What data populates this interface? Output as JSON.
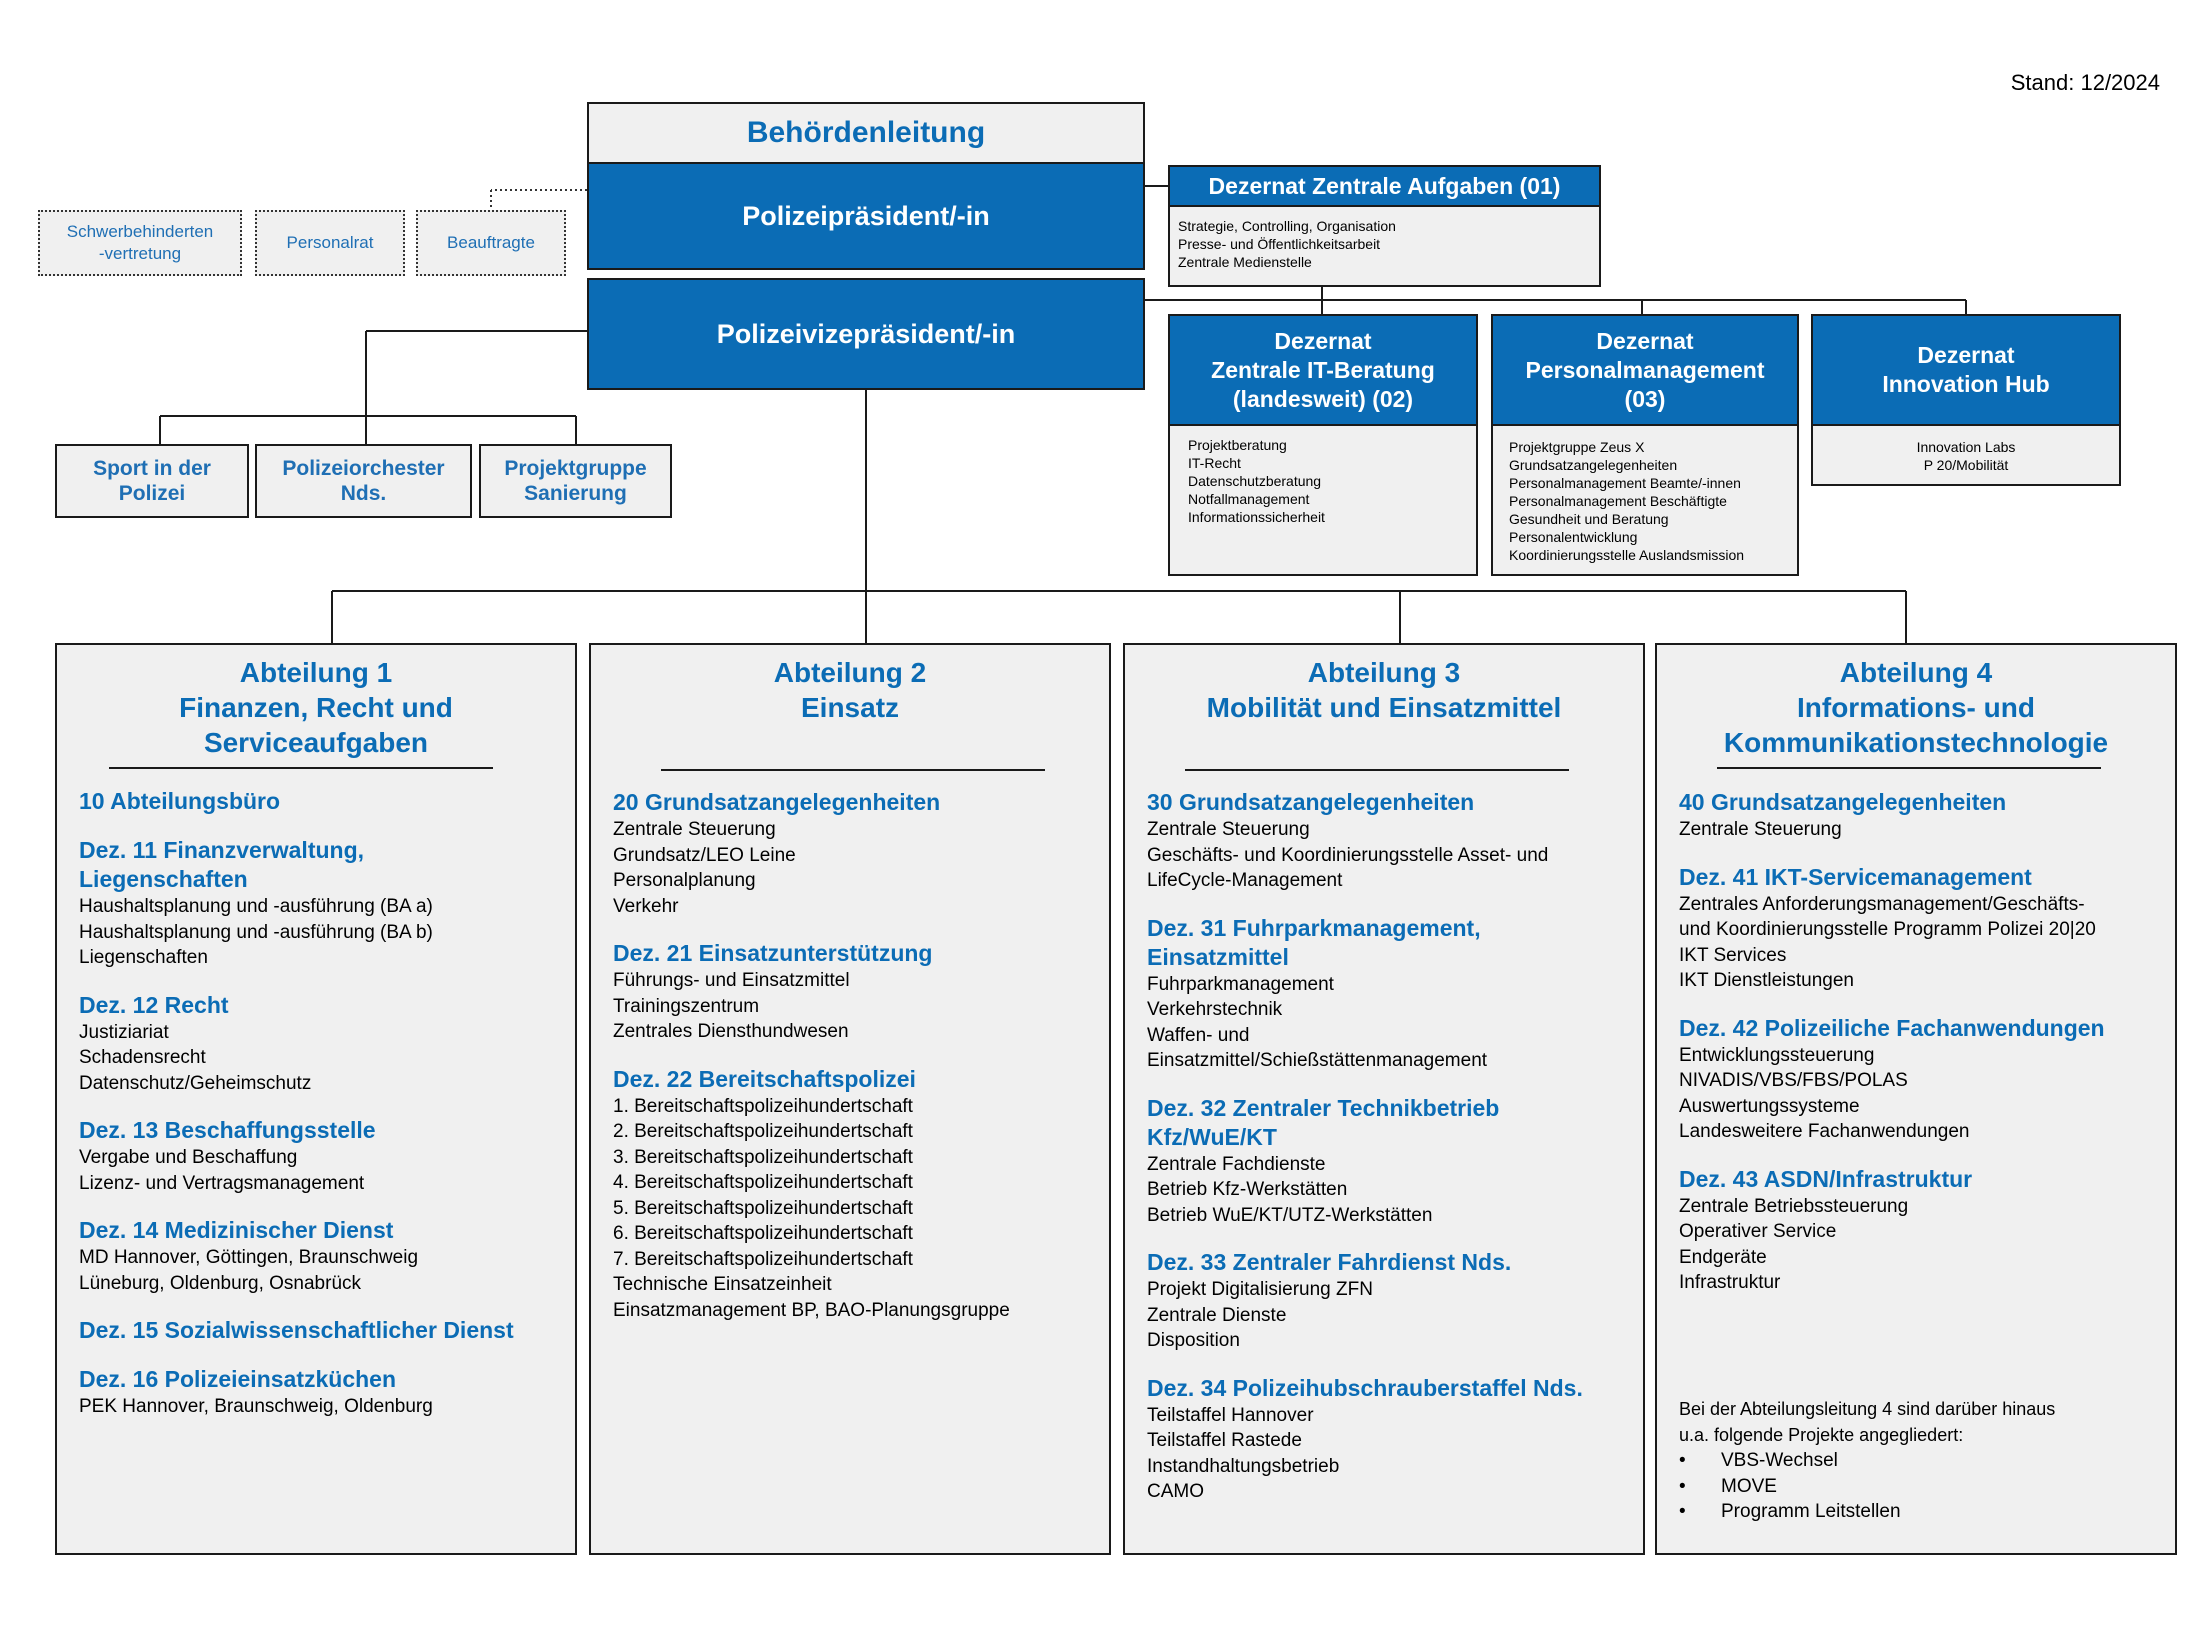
{
  "stand": "Stand: 12/2024",
  "leadership": {
    "title": "Behördenleitung",
    "president": "Polizeipräsident/-in",
    "vice_president": "Polizeivizepräsident/-in"
  },
  "side_units": {
    "schwerbehinderten": [
      "Schwerbehinderten",
      "-vertretung"
    ],
    "personalrat": "Personalrat",
    "beauftragte": "Beauftragte"
  },
  "sub_units": {
    "sport": [
      "Sport in der",
      "Polizei"
    ],
    "orchester": [
      "Polizeiorchester",
      "Nds."
    ],
    "projektgruppe": [
      "Projektgruppe",
      "Sanierung"
    ]
  },
  "dezernat_01": {
    "title": "Dezernat Zentrale Aufgaben (01)",
    "items": [
      "Strategie, Controlling, Organisation",
      "Presse- und Öffentlichkeitsarbeit",
      "Zentrale Medienstelle"
    ]
  },
  "dezernat_02": {
    "title": [
      "Dezernat",
      "Zentrale IT-Beratung",
      "(landesweit) (02)"
    ],
    "items": [
      "Projektberatung",
      "IT-Recht",
      "Datenschutzberatung",
      "Notfallmanagement",
      "Informationssicherheit"
    ]
  },
  "dezernat_03": {
    "title": [
      "Dezernat",
      "Personalmanagement",
      "(03)"
    ],
    "items": [
      "Projektgruppe Zeus X",
      "Grundsatzangelegenheiten",
      "Personalmanagement Beamte/-innen",
      "Personalmanagement Beschäftigte",
      "Gesundheit und Beratung",
      "Personalentwicklung",
      "Koordinierungsstelle Auslandsmission"
    ]
  },
  "dezernat_hub": {
    "title": [
      "Dezernat",
      "Innovation Hub"
    ],
    "items": [
      "Innovation Labs",
      "P 20/Mobilität"
    ]
  },
  "abteilung_1": {
    "title": [
      "Abteilung 1",
      "Finanzen, Recht und",
      "Serviceaufgaben"
    ],
    "sections": [
      {
        "title": [
          "10 Abteilungsbüro"
        ],
        "lines": []
      },
      {
        "title": [
          "Dez. 11 Finanzverwaltung,",
          "Liegenschaften"
        ],
        "lines": [
          "Haushaltsplanung und -ausführung (BA a)",
          "Haushaltsplanung und -ausführung (BA b)",
          "Liegenschaften"
        ]
      },
      {
        "title": [
          "Dez. 12 Recht"
        ],
        "lines": [
          "Justiziariat",
          "Schadensrecht",
          "Datenschutz/Geheimschutz"
        ]
      },
      {
        "title": [
          "Dez. 13 Beschaffungsstelle"
        ],
        "lines": [
          "Vergabe und Beschaffung",
          "Lizenz- und Vertragsmanagement"
        ]
      },
      {
        "title": [
          "Dez. 14 Medizinischer Dienst"
        ],
        "lines": [
          "MD Hannover, Göttingen, Braunschweig",
          "Lüneburg, Oldenburg, Osnabrück"
        ]
      },
      {
        "title": [
          "Dez. 15 Sozialwissenschaftlicher Dienst"
        ],
        "lines": []
      },
      {
        "title": [
          "Dez. 16 Polizeieinsatzküchen"
        ],
        "lines": [
          "PEK Hannover, Braunschweig, Oldenburg"
        ]
      }
    ]
  },
  "abteilung_2": {
    "title": [
      "Abteilung 2",
      "Einsatz"
    ],
    "sections": [
      {
        "title": [
          "20 Grundsatzangelegenheiten"
        ],
        "lines": [
          "Zentrale Steuerung",
          "Grundsatz/LEO Leine",
          "Personalplanung",
          "Verkehr"
        ]
      },
      {
        "title": [
          "Dez. 21 Einsatzunterstützung"
        ],
        "lines": [
          "Führungs- und Einsatzmittel",
          "Trainingszentrum",
          "Zentrales Diensthundwesen"
        ]
      },
      {
        "title": [
          "Dez. 22 Bereitschaftspolizei"
        ],
        "lines": [
          "1. Bereitschaftspolizeihundertschaft",
          "2. Bereitschaftspolizeihundertschaft",
          "3. Bereitschaftspolizeihundertschaft",
          "4. Bereitschaftspolizeihundertschaft",
          "5. Bereitschaftspolizeihundertschaft",
          "6. Bereitschaftspolizeihundertschaft",
          "7. Bereitschaftspolizeihundertschaft",
          "Technische Einsatzeinheit",
          "Einsatzmanagement BP, BAO-Planungsgruppe"
        ]
      }
    ]
  },
  "abteilung_3": {
    "title": [
      "Abteilung 3",
      "Mobilität und Einsatzmittel"
    ],
    "sections": [
      {
        "title": [
          "30 Grundsatzangelegenheiten"
        ],
        "lines": [
          "Zentrale Steuerung",
          "Geschäfts- und Koordinierungsstelle Asset- und",
          "LifeCycle-Management"
        ]
      },
      {
        "title": [
          "Dez. 31 Fuhrparkmanagement,",
          "Einsatzmittel"
        ],
        "lines": [
          "Fuhrparkmanagement",
          "Verkehrstechnik",
          "Waffen- und",
          "Einsatzmittel/Schießstättenmanagement"
        ]
      },
      {
        "title": [
          "Dez. 32 Zentraler Technikbetrieb",
          "Kfz/WuE/KT"
        ],
        "lines": [
          "Zentrale Fachdienste",
          "Betrieb Kfz-Werkstätten",
          "Betrieb WuE/KT/UTZ-Werkstätten"
        ]
      },
      {
        "title": [
          "Dez. 33 Zentraler Fahrdienst Nds."
        ],
        "lines": [
          "Projekt Digitalisierung ZFN",
          "Zentrale Dienste",
          "Disposition"
        ]
      },
      {
        "title": [
          "Dez. 34 Polizeihubschrauberstaffel Nds."
        ],
        "lines": [
          "Teilstaffel Hannover",
          "Teilstaffel Rastede",
          "Instandhaltungsbetrieb",
          "CAMO"
        ]
      }
    ]
  },
  "abteilung_4": {
    "title": [
      "Abteilung 4",
      "Informations- und",
      "Kommunikationstechnologie"
    ],
    "sections": [
      {
        "title": [
          "40 Grundsatzangelegenheiten"
        ],
        "lines": [
          "Zentrale Steuerung"
        ]
      },
      {
        "title": [
          "Dez. 41 IKT-Servicemanagement"
        ],
        "lines": [
          "Zentrales Anforderungsmanagement/Geschäfts-",
          "und Koordinierungsstelle Programm Polizei 20|20",
          "IKT Services",
          "IKT Dienstleistungen"
        ]
      },
      {
        "title": [
          "Dez. 42 Polizeiliche Fachanwendungen"
        ],
        "lines": [
          "Entwicklungssteuerung",
          "NIVADIS/VBS/FBS/POLAS",
          "Auswertungssysteme",
          "Landesweitere Fachanwendungen"
        ]
      },
      {
        "title": [
          "Dez. 43 ASDN/Infrastruktur"
        ],
        "lines": [
          "Zentrale Betriebssteuerung",
          "Operativer Service",
          "Endgeräte",
          "Infrastruktur"
        ]
      }
    ],
    "note": [
      "Bei der Abteilungsleitung 4 sind darüber hinaus",
      "u.a. folgende Projekte angegliedert:"
    ],
    "projects": [
      "VBS-Wechsel",
      "MOVE",
      "Programm Leitstellen"
    ],
    "bullet": "•"
  }
}
